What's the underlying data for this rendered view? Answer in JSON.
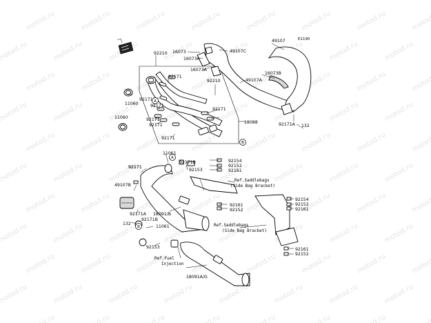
{
  "watermark": "motod.ru",
  "diagram_code": "E1190",
  "callouts": [
    {
      "id": "c-92210-top",
      "text": "92210"
    },
    {
      "id": "c-16073-a",
      "text": "16073"
    },
    {
      "id": "c-16073a-1",
      "text": "16073A"
    },
    {
      "id": "c-16073a-2",
      "text": "16073A"
    },
    {
      "id": "c-49107c",
      "text": "49107C"
    },
    {
      "id": "c-49107",
      "text": "49107"
    },
    {
      "id": "c-16073b",
      "text": "16073B"
    },
    {
      "id": "c-92210-mid",
      "text": "92210"
    },
    {
      "id": "c-49107a",
      "text": "49107A"
    },
    {
      "id": "c-92171-1",
      "text": "92171"
    },
    {
      "id": "c-11060-1",
      "text": "11060"
    },
    {
      "id": "c-92171-2",
      "text": "92171"
    },
    {
      "id": "c-92171-3",
      "text": "92171"
    },
    {
      "id": "c-92171-4",
      "text": "92171"
    },
    {
      "id": "c-92171-5",
      "text": "92171"
    },
    {
      "id": "c-11060-2",
      "text": "11060"
    },
    {
      "id": "c-92171-6",
      "text": "92171"
    },
    {
      "id": "c-92171-7",
      "text": "92171"
    },
    {
      "id": "c-18088",
      "text": "18088"
    },
    {
      "id": "c-92171a-top",
      "text": "92171A"
    },
    {
      "id": "c-132-top",
      "text": "132"
    },
    {
      "id": "c-92171-8",
      "text": "92171"
    },
    {
      "id": "c-11061-1",
      "text": "11061"
    },
    {
      "id": "c-92171b-1",
      "text": "92171B"
    },
    {
      "id": "c-92153-1",
      "text": "92153"
    },
    {
      "id": "c-92171-9",
      "text": "92171"
    },
    {
      "id": "c-92154-1",
      "text": "92154"
    },
    {
      "id": "c-92152-1",
      "text": "92152"
    },
    {
      "id": "c-92161-1",
      "text": "92161"
    },
    {
      "id": "c-49107b",
      "text": "49107B"
    },
    {
      "id": "c-92161-2",
      "text": "92161"
    },
    {
      "id": "c-92152-2",
      "text": "92152"
    },
    {
      "id": "c-92154-2",
      "text": "92154"
    },
    {
      "id": "c-92152-3",
      "text": "92152"
    },
    {
      "id": "c-92161-3",
      "text": "92161"
    },
    {
      "id": "c-92171a-bot",
      "text": "92171A"
    },
    {
      "id": "c-18091b",
      "text": "18091/B"
    },
    {
      "id": "c-92171b-2",
      "text": "92171B"
    },
    {
      "id": "c-132-bot",
      "text": "132"
    },
    {
      "id": "c-11061-2",
      "text": "11061"
    },
    {
      "id": "c-92153-2",
      "text": "92153"
    },
    {
      "id": "c-92161-4",
      "text": "92161"
    },
    {
      "id": "c-92152-4",
      "text": "92152"
    },
    {
      "id": "c-18091ag",
      "text": "18091A/G"
    }
  ],
  "references": {
    "saddlebag_1_line1": "Ref.Saddlebags",
    "saddlebag_1_line2": "(Side Bag Bracket)",
    "saddlebag_2_line1": "Ref.Saddlebags",
    "saddlebag_2_line2": "(Side Bag Bracket)",
    "fuel_line1": "Ref.Fuel",
    "fuel_line2": "Injection"
  },
  "markers": {
    "a": "A",
    "b": "B"
  }
}
